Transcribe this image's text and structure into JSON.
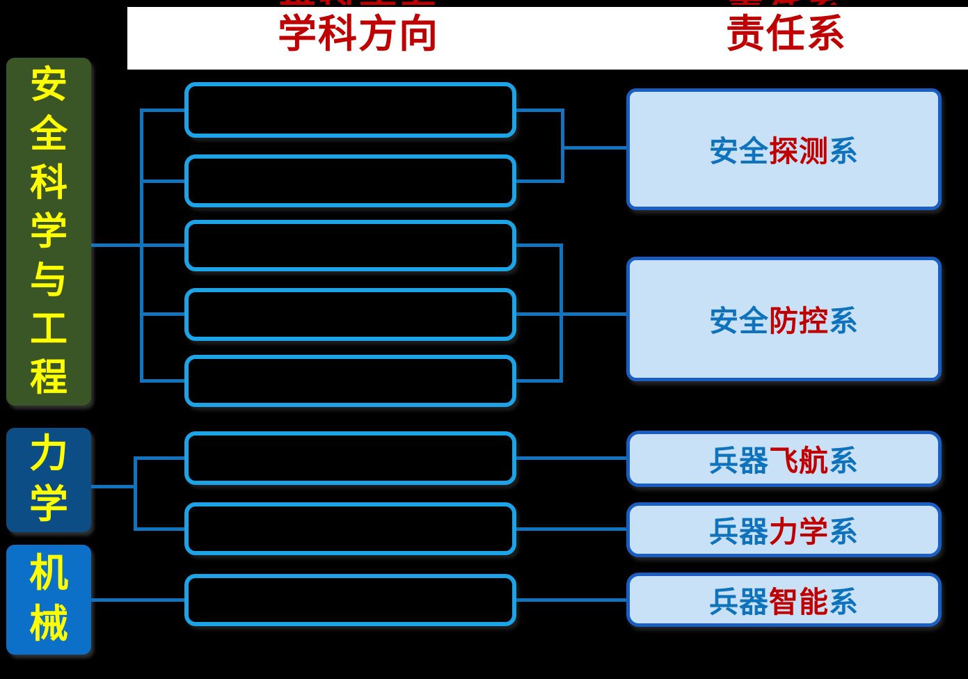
{
  "header": {
    "discipline_column": "学科方向",
    "department_column": "责任系",
    "text_color": "#C00000",
    "band_color": "#FFFFFF"
  },
  "categories": [
    {
      "label": "安全科学与工程",
      "bg_color": "#3A5526",
      "text_color": "#FFFF00"
    },
    {
      "label": "力学",
      "bg_color": "#0B4D84",
      "text_color": "#FFFF00"
    },
    {
      "label": "机械",
      "bg_color": "#0C70C8",
      "text_color": "#FFFF00"
    }
  ],
  "structure": {
    "groups": [
      {
        "category": "安全科学与工程",
        "direction_slots": 5,
        "departments": [
          "安全探测系",
          "安全防控系"
        ]
      },
      {
        "category": "力学",
        "direction_slots": 2,
        "departments": [
          "兵器飞航系",
          "兵器力学系"
        ]
      },
      {
        "category": "机械",
        "direction_slots": 1,
        "departments": [
          "兵器智能系"
        ]
      }
    ],
    "direction_box_count": 8
  },
  "departments": [
    {
      "parts": [
        {
          "text": "安全",
          "color": "#0E72BC"
        },
        {
          "text": "探测",
          "color": "#C00000"
        },
        {
          "text": "系",
          "color": "#0E72BC"
        }
      ]
    },
    {
      "parts": [
        {
          "text": "安全",
          "color": "#0E72BC"
        },
        {
          "text": "防控",
          "color": "#C00000"
        },
        {
          "text": "系",
          "color": "#0E72BC"
        }
      ]
    },
    {
      "parts": [
        {
          "text": "兵器",
          "color": "#0E72BC"
        },
        {
          "text": "飞航",
          "color": "#C00000"
        },
        {
          "text": "系",
          "color": "#0E72BC"
        }
      ]
    },
    {
      "parts": [
        {
          "text": "兵器",
          "color": "#0E72BC"
        },
        {
          "text": "力学",
          "color": "#C00000"
        },
        {
          "text": "系",
          "color": "#0E72BC"
        }
      ]
    },
    {
      "parts": [
        {
          "text": "兵器",
          "color": "#0E72BC"
        },
        {
          "text": "智能",
          "color": "#C00000"
        },
        {
          "text": "系",
          "color": "#0E72BC"
        }
      ]
    }
  ],
  "colors": {
    "background": "#000000",
    "direction_box_border": "#1BA5E8",
    "department_box_border": "#1A5EC4",
    "department_box_fill": "#C9E1F7",
    "connector": "#1273BF"
  }
}
